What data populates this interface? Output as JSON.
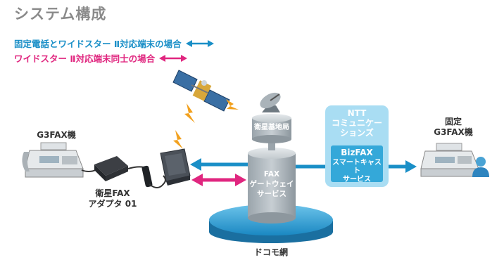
{
  "title": "システム構成",
  "legend": {
    "fixed_label": "固定電話とワイドスター Ⅱ対応端末の場合",
    "ws_label": "ワイドスター Ⅱ対応端末同士の場合",
    "fixed_color": "#1a8fc7",
    "ws_color": "#e0267f"
  },
  "nodes": {
    "g3fax_left": "G3FAX機",
    "adapter_line1": "衛星FAX",
    "adapter_line2": "アダプタ 01",
    "base_station": "衛星基地局",
    "fax_gw_line1": "FAX",
    "fax_gw_line2": "ゲートウェイ",
    "fax_gw_line3": "サービス",
    "docomo_network": "ドコモ網",
    "ntt_line1": "NTT",
    "ntt_line2": "コミュニケー",
    "ntt_line3": "ションズ",
    "bizfax_title": "BizFAX",
    "bizfax_line1": "スマートキャスト",
    "bizfax_line2": "サービス",
    "fixed_line1": "固定",
    "fixed_line2": "G3FAX機"
  }
}
